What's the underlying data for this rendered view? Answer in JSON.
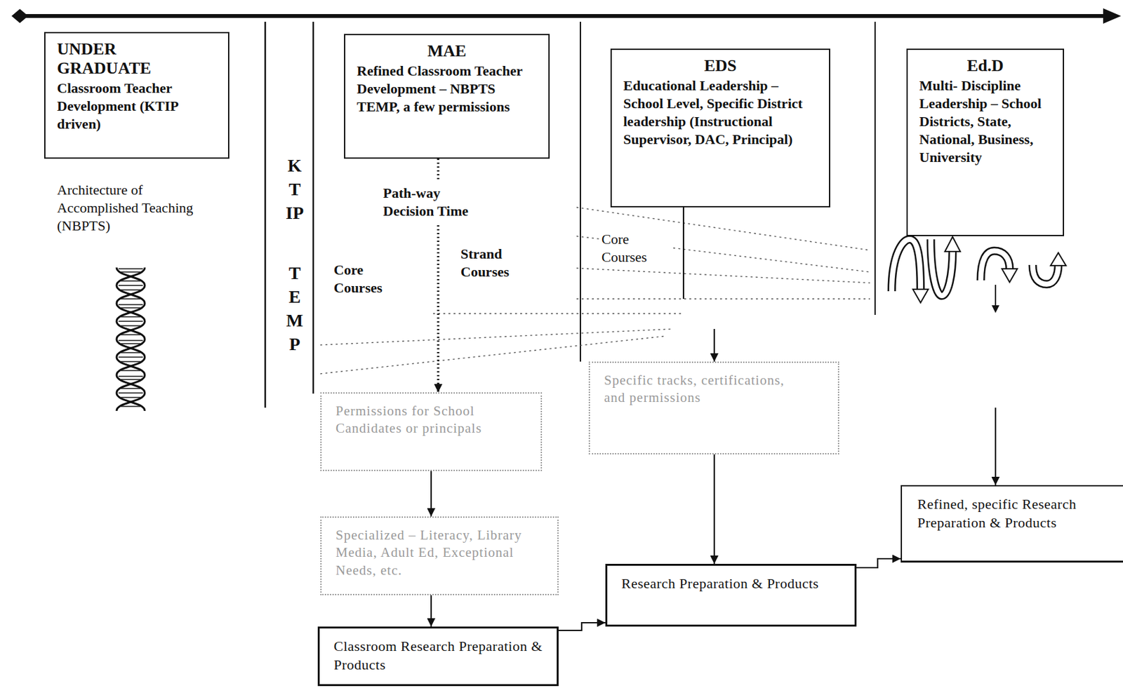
{
  "diagram": {
    "nodes": [
      {
        "text": [
          "UNDER GRADUATE",
          "Classroom Teacher Development (KTIP driven)"
        ]
      },
      {
        "text": [
          "MAE",
          "Refined Classroom Teacher Development – NBPTS TEMP, a few permissions"
        ]
      },
      {
        "text": [
          "EDS",
          "Educational Leadership – School Level, Specific District leadership (Instructional Supervisor, DAC, Principal)"
        ]
      },
      {
        "text": [
          "Ed.D",
          "Multi- Discipline Leadership – School Districts, State, National, Business, University"
        ]
      },
      {
        "text": [
          "Permissions for School Candidates or principals"
        ]
      },
      {
        "text": [
          "Specialized – Literacy, Library Media, Adult Ed, Exceptional Needs, etc."
        ]
      },
      {
        "text": [
          "Classroom Research Preparation & Products"
        ]
      },
      {
        "text": [
          "Specific tracks, certifications, and permissions"
        ]
      },
      {
        "text": [
          "Research Preparation & Products"
        ]
      },
      {
        "text": [
          "Refined, specific Research Preparation & Products"
        ]
      }
    ],
    "edges": [
      {
        "from": 1,
        "to": 4,
        "arrow": "to"
      },
      {
        "from": 4,
        "to": 5,
        "arrow": "to"
      },
      {
        "from": 5,
        "to": 6,
        "arrow": "to"
      },
      {
        "from": 2,
        "to": 7,
        "arrow": "to"
      },
      {
        "from": 7,
        "to": 8,
        "arrow": "to"
      },
      {
        "from": 6,
        "to": 8,
        "arrow": "to"
      },
      {
        "from": 8,
        "to": 9,
        "arrow": "to"
      },
      {
        "from": 3,
        "to": 9,
        "arrow": "to"
      }
    ],
    "labels": [
      "Architecture of Accomplished Teaching (NBPTS)",
      "KTIP",
      "TEMP",
      "Path-way Decision Time",
      "Core Courses",
      "Strand Courses",
      "Core Courses"
    ]
  }
}
